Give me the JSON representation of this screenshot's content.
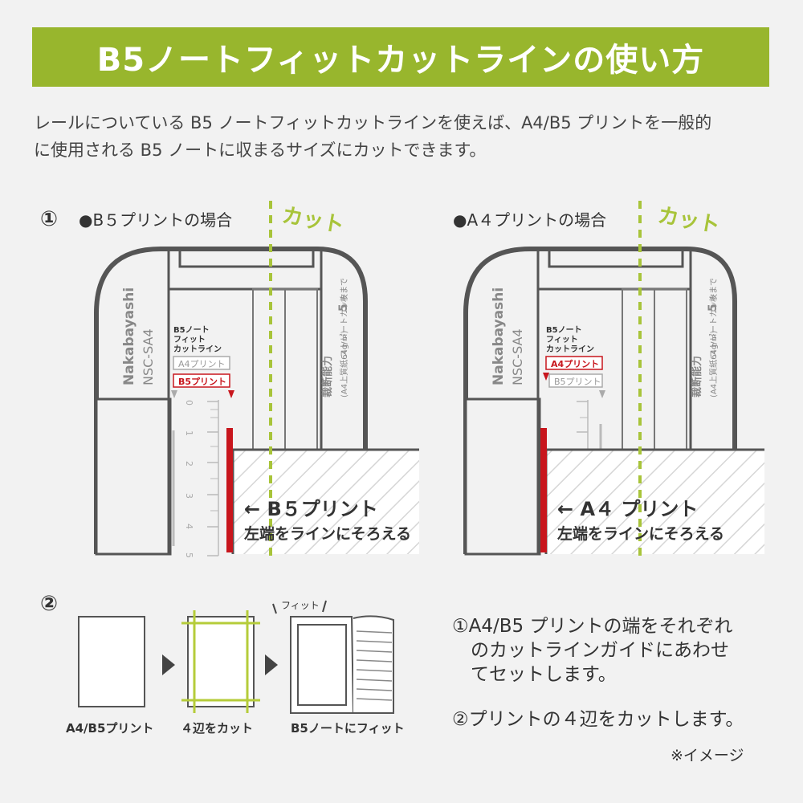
{
  "title": "B5ノートフィットカットラインの使い方",
  "intro": {
    "line1": "レールについている B5 ノートフィットカットラインを使えば、A4/B5 プリントを一般的",
    "line2": "に使用される B5 ノートに収まるサイズにカットできます。"
  },
  "step1": {
    "number": "①",
    "left": {
      "case_label": "●B５プリントの場合",
      "cut_label": "カット",
      "brand": "Nakabayashi",
      "model": "NSC-SA4",
      "guide_title": [
        "B5ノート",
        "フィット",
        "カットライン"
      ],
      "guide_a4": "A4プリント",
      "guide_b5": "B5プリント",
      "ruler_numbers": [
        "0",
        "1",
        "2",
        "3",
        "4",
        "5"
      ],
      "capacity_text": [
        "裁断能力",
        "(A4上質紙64g/㎡)",
        "ストレートカット",
        "5",
        "枚まで"
      ],
      "print_label": "← B５プリント",
      "align_label": "左端をラインにそろえる"
    },
    "right": {
      "case_label": "●A４プリントの場合",
      "cut_label": "カット",
      "brand": "Nakabayashi",
      "model": "NSC-SA4",
      "guide_title": [
        "B5ノート",
        "フィット",
        "カットライン"
      ],
      "guide_a4": "A4プリント",
      "guide_b5": "B5プリント",
      "capacity_text": [
        "裁断能力",
        "(A4上質紙64g/㎡)",
        "ストレートカット",
        "5",
        "枚まで"
      ],
      "print_label": "← A４ プリント",
      "align_label": "左端をラインにそろえる"
    }
  },
  "step2": {
    "number": "②",
    "caption_print": "A4/B5プリント",
    "caption_cut": "４辺をカット",
    "caption_fit": "B5ノートにフィット",
    "fit_label": "フィット",
    "note1": [
      "①A4/B5 プリントの端をそれぞれ",
      "　のカットラインガイドにあわせ",
      "　てセットします。"
    ],
    "note2": "②プリントの４辺をカットします。",
    "image_note": "※イメージ"
  },
  "colors": {
    "accent_green": "#98b62d",
    "cut_line": "#a8c43a",
    "highlight_red": "#c8161d",
    "outline": "#555555"
  }
}
